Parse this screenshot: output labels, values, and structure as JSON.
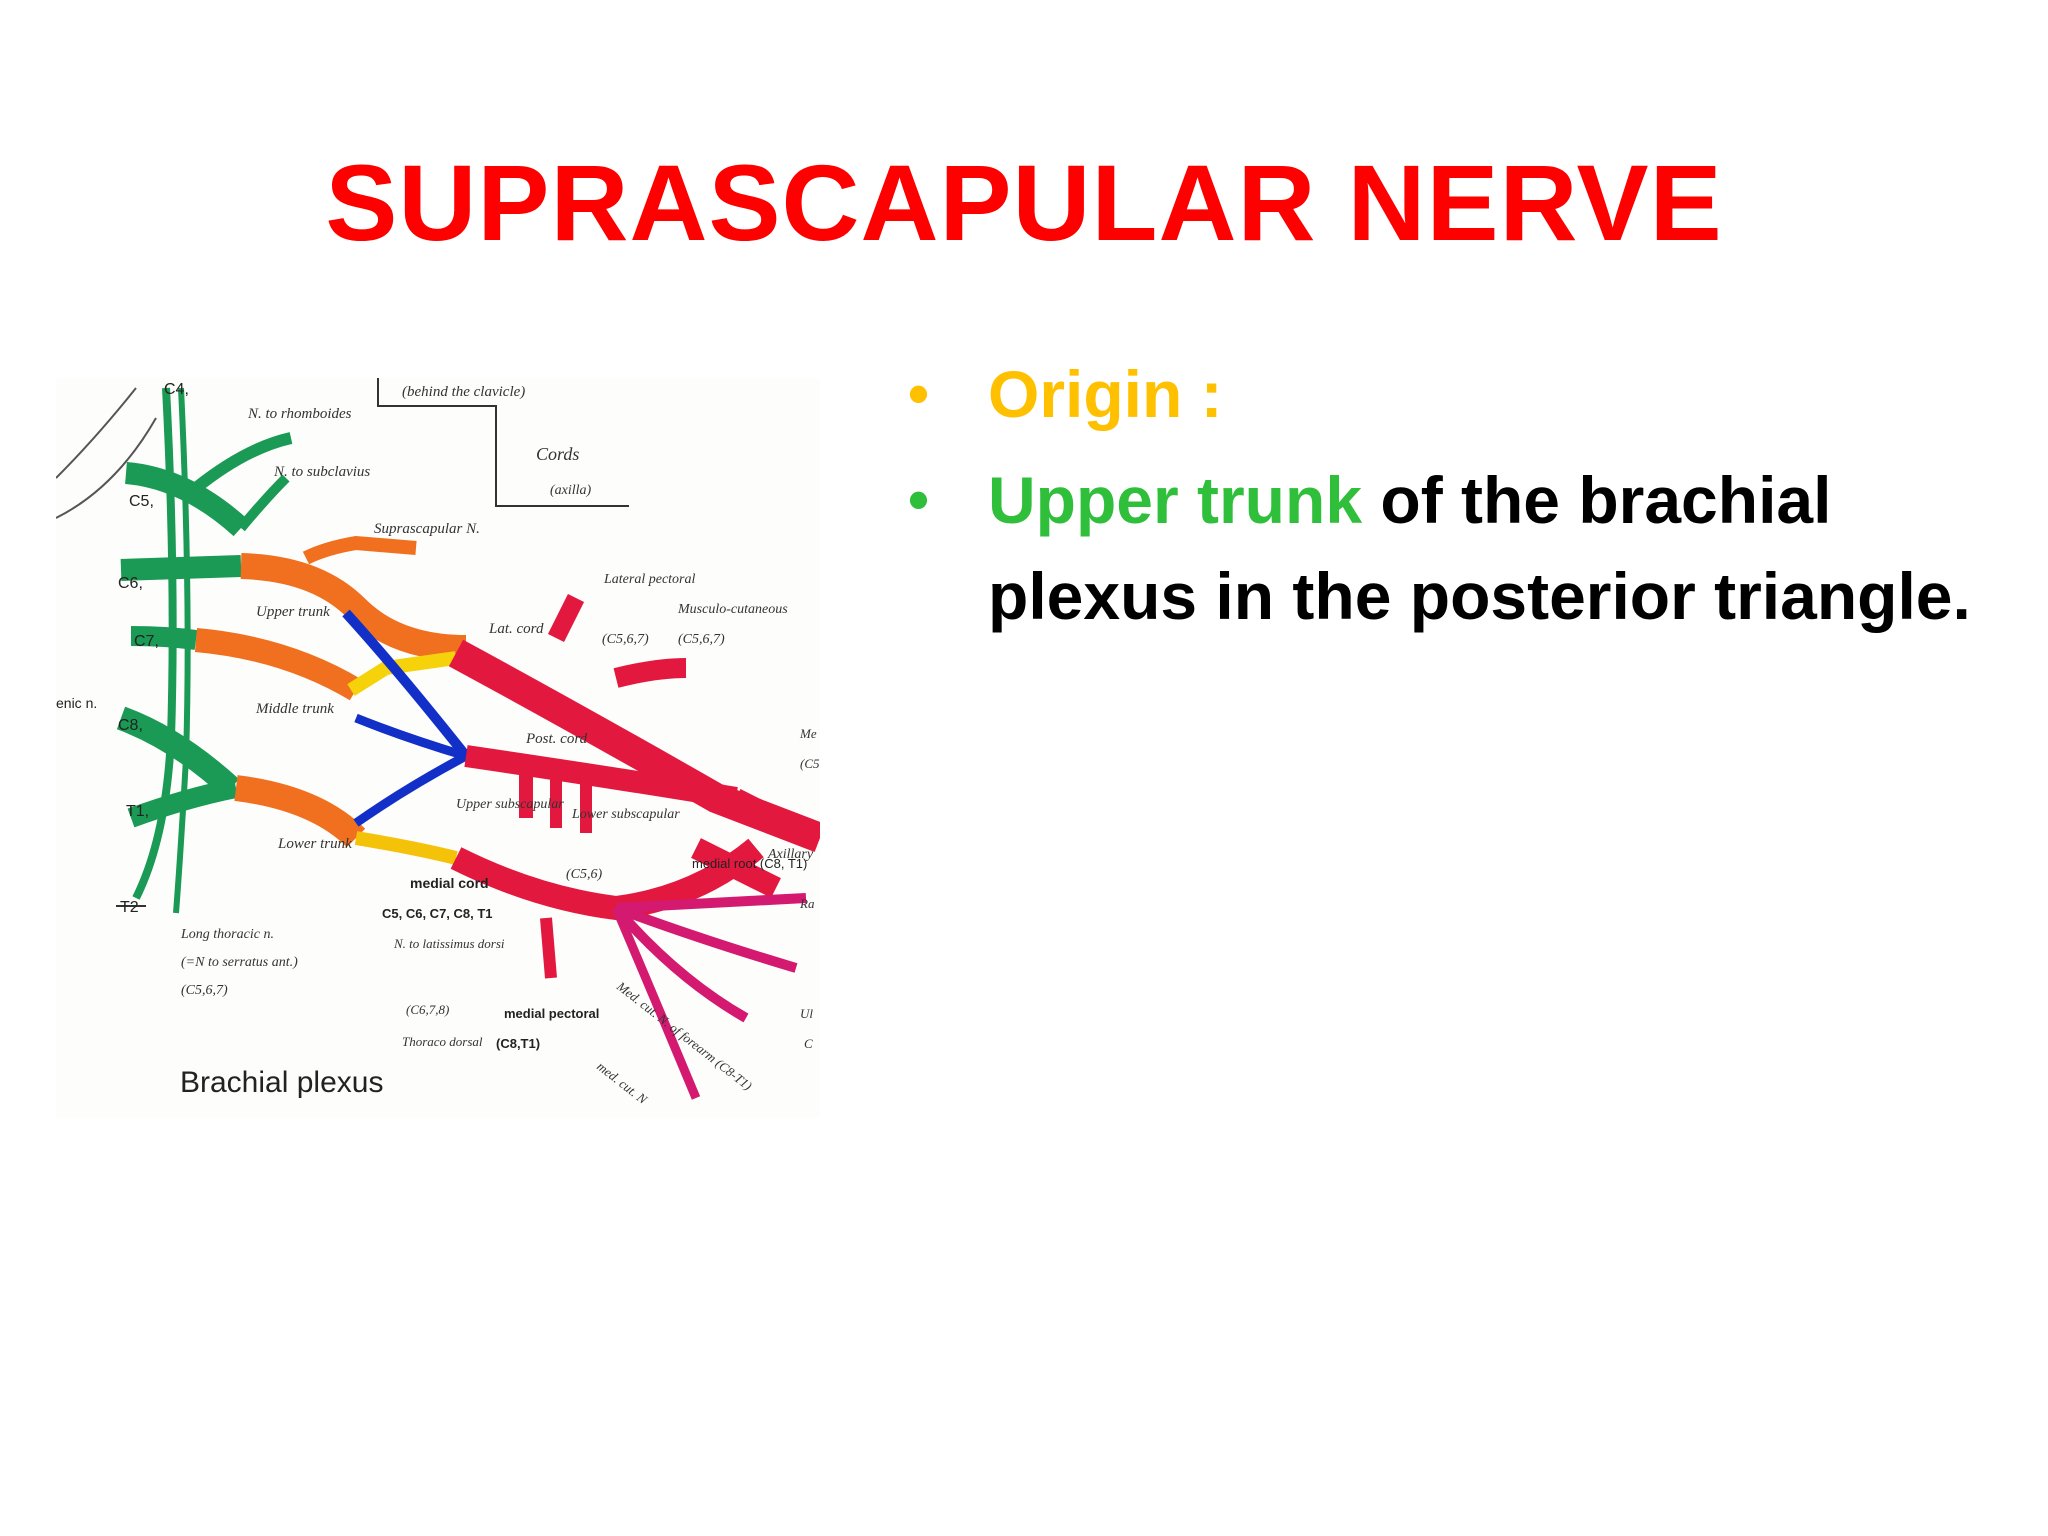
{
  "slide": {
    "title": "SUPRASCAPULAR NERVE",
    "bullets": [
      {
        "parts": [
          "Origin :"
        ]
      },
      {
        "parts": [
          "Upper trunk",
          "of the brachial plexus in the posterior triangle."
        ]
      }
    ]
  },
  "figure": {
    "caption": "Brachial plexus",
    "labels": {
      "c4": "C4,",
      "c5": "C5,",
      "c6": "C6,",
      "c7": "C7,",
      "c8": "C8,",
      "t1": "T1,",
      "t2": "T2",
      "rhomboides": "N. to rhomboides",
      "subclavius": "N. to subclavius",
      "suprascapular": "Suprascapular N.",
      "behind_clavicle": "(behind the clavicle)",
      "cords": "Cords",
      "axilla": "(axilla)",
      "upper_trunk": "Upper trunk",
      "middle_trunk": "Middle trunk",
      "lower_trunk": "Lower trunk",
      "lat_cord": "Lat. cord",
      "lateral_pectoral": "Lateral pectoral",
      "lateral_pectoral_roots": "(C5,6,7)",
      "musculo": "Musculo-cutaneous",
      "musculo_roots": "(C5,6,7)",
      "post_cord": "Post. cord",
      "upper_subscapular": "Upper subscapular",
      "lower_subscapular": "Lower subscapular",
      "lower_subscapular_roots": "(C5,6)",
      "medial_root": "medial root (C8, T1)",
      "axillary": "Axillary",
      "medial_cord": "medial cord",
      "medial_cord_roots": "C5, C6, C7, C8, T1",
      "latissimus": "N. to latissimus dorsi",
      "latissimus_roots": "(C6,7,8)",
      "thoraco": "Thoraco dorsal",
      "medial_pectoral": "medial pectoral",
      "medial_pectoral_roots": "(C8,T1)",
      "med_cut_forearm": "Med. cut. N. of forearm (C8-T1)",
      "med_cut_n": "med. cut. N",
      "long_thoracic": "Long thoracic n.",
      "long_thoracic_2": "(=N to serratus ant.)",
      "long_thoracic_roots": "(C5,6,7)",
      "phrenic": "enic n.",
      "edge_me": "Me",
      "edge_cs": "(C5",
      "edge_ra": "Ra",
      "edge_ul": "Ul",
      "edge_c": "C"
    }
  }
}
